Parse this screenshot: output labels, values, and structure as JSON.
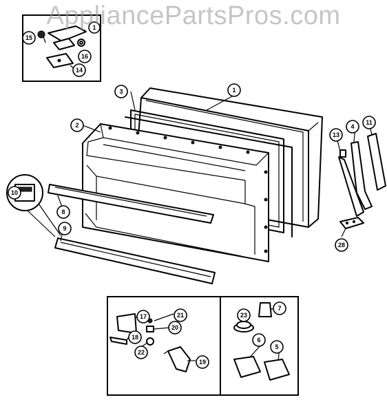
{
  "watermark": "AppliancePartsPros.com",
  "callouts": [
    {
      "id": "c15",
      "label": "15"
    },
    {
      "id": "c16",
      "label": "16"
    },
    {
      "id": "c14",
      "label": "14"
    },
    {
      "id": "c3",
      "label": "3"
    },
    {
      "id": "c1",
      "label": "1"
    },
    {
      "id": "c2",
      "label": "2"
    },
    {
      "id": "c13",
      "label": "13"
    },
    {
      "id": "c4",
      "label": "4"
    },
    {
      "id": "c11",
      "label": "11"
    },
    {
      "id": "c10",
      "label": "10"
    },
    {
      "id": "c8",
      "label": "8"
    },
    {
      "id": "c9",
      "label": "9"
    },
    {
      "id": "c28",
      "label": "28"
    },
    {
      "id": "c17",
      "label": "17"
    },
    {
      "id": "c21",
      "label": "21"
    },
    {
      "id": "c20",
      "label": "20"
    },
    {
      "id": "c18",
      "label": "18"
    },
    {
      "id": "c22",
      "label": "22"
    },
    {
      "id": "c19",
      "label": "19"
    },
    {
      "id": "c23",
      "label": "23"
    },
    {
      "id": "c7",
      "label": "7"
    },
    {
      "id": "c6",
      "label": "6"
    },
    {
      "id": "c5",
      "label": "5"
    }
  ],
  "partial_label": "1"
}
